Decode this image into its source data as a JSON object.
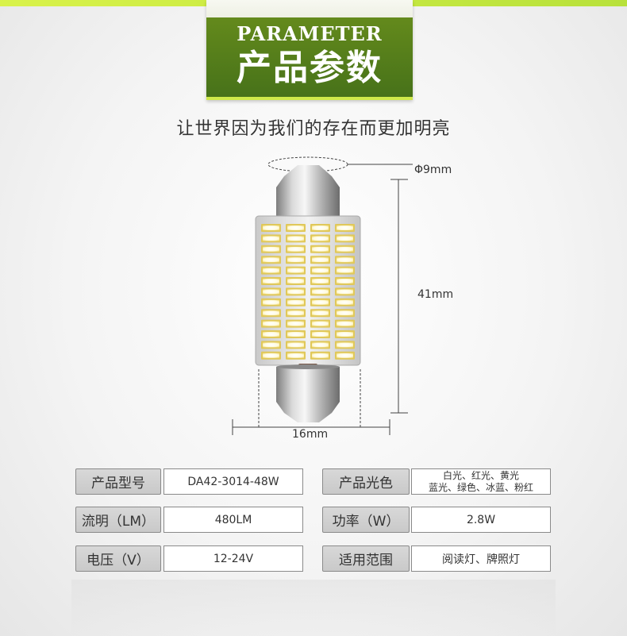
{
  "header": {
    "title_en": "PARAMETER",
    "title_cn": "产品参数"
  },
  "slogan": "让世界因为我们的存在而更加明亮",
  "dimensions": {
    "diameter": "Φ9mm",
    "length": "41mm",
    "width": "16mm"
  },
  "colors": {
    "header_green": "#47721a",
    "accent_lime": "#cfe94a",
    "led_yellow": "#f2e27a",
    "led_white": "#ffffff"
  },
  "specs": {
    "row1": {
      "left_label": "产品型号",
      "left_value": "DA42-3014-48W",
      "right_label": "产品光色",
      "right_value_line1": "白光、红光、黄光",
      "right_value_line2": "蓝光、绿色、冰蓝、粉红"
    },
    "row2": {
      "left_label": "流明（LM）",
      "left_value": "480LM",
      "right_label": "功率（W）",
      "right_value": "2.8W"
    },
    "row3": {
      "left_label": "电压（V）",
      "left_value": "12-24V",
      "right_label": "适用范围",
      "right_value": "阅读灯、牌照灯"
    }
  }
}
